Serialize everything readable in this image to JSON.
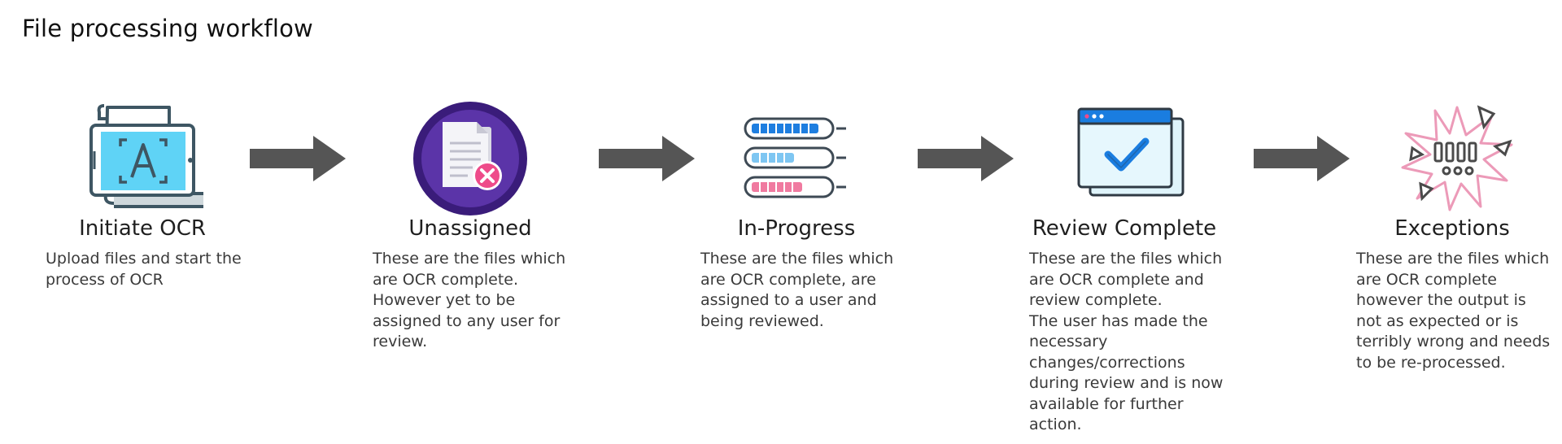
{
  "page": {
    "title": "File processing workflow"
  },
  "steps": [
    {
      "id": "initiate-ocr",
      "title": "Initiate OCR",
      "description": "Upload files and start the\nprocess of OCR",
      "icon": "ocr-scan-icon"
    },
    {
      "id": "unassigned",
      "title": "Unassigned",
      "description": "These are the files which\nare OCR complete.\nHowever yet to be\nassigned to any user for\nreview.",
      "icon": "document-remove-icon"
    },
    {
      "id": "in-progress",
      "title": "In-Progress",
      "description": "These are the files which\nare OCR complete, are\nassigned to a user and\nbeing reviewed.",
      "icon": "progress-bars-icon"
    },
    {
      "id": "review-complete",
      "title": "Review Complete",
      "description": "These are the files which\nare OCR complete and\nreview complete.\nThe user has made the\nnecessary\nchanges/corrections\nduring review and is now\navailable for further\naction.",
      "icon": "window-check-icon"
    },
    {
      "id": "exceptions",
      "title": "Exceptions",
      "description": "These are the files which\nare OCR complete\nhowever the output is\nnot as expected or is\nterribly wrong and needs\nto be re-processed.",
      "icon": "explosion-error-icon"
    }
  ],
  "colors": {
    "arrow": "#555555",
    "ocr_blue": "#5fd3f6",
    "ocr_stroke": "#3e5663",
    "purple_dark": "#3a1c7a",
    "purple_light": "#5b34a8",
    "pink": "#ee4b8a",
    "progress_blue": "#1e7ee0",
    "progress_light": "#7ec6f2",
    "progress_pink": "#f07aa0",
    "window_blue": "#1a7de0",
    "burst_pink": "#ec9ab8"
  }
}
